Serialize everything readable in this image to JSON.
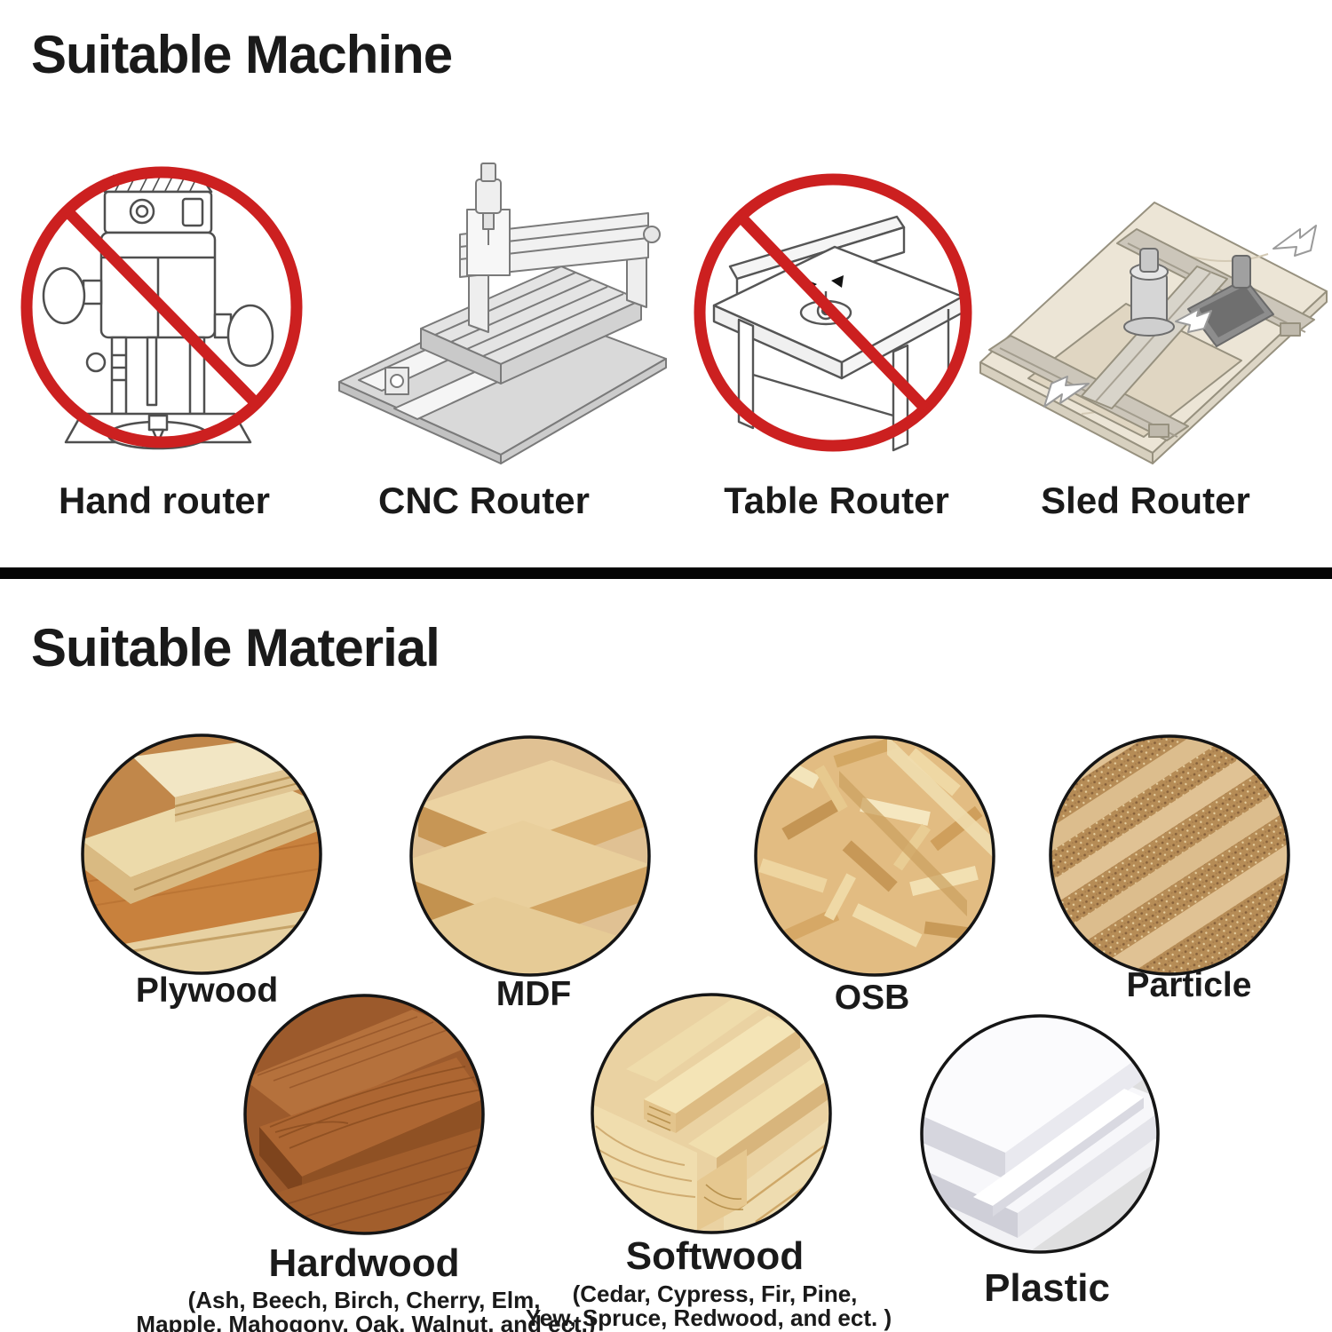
{
  "machine_section": {
    "title": "Suitable Machine",
    "machines": [
      {
        "label": "Hand router",
        "prohibited": true,
        "icon": "hand-router-illustration"
      },
      {
        "label": "CNC Router",
        "prohibited": false,
        "icon": "cnc-router-illustration"
      },
      {
        "label": "Table Router",
        "prohibited": true,
        "icon": "table-router-illustration"
      },
      {
        "label": "Sled Router",
        "prohibited": false,
        "icon": "sled-router-illustration"
      }
    ]
  },
  "material_section": {
    "title": "Suitable Material",
    "materials": [
      {
        "label": "Plywood"
      },
      {
        "label": "MDF"
      },
      {
        "label": "OSB"
      },
      {
        "label": "Particle"
      },
      {
        "label": "Hardwood",
        "sub1": "(Ash, Beech, Birch, Cherry, Elm,",
        "sub2": "Mapple, Mahogony, Oak, Walnut, and ect.)"
      },
      {
        "label": "Softwood",
        "sub1": "(Cedar, Cypress, Fir, Pine,",
        "sub2": "Yew, Spruce, Redwood, and ect. )"
      },
      {
        "label": "Plastic"
      }
    ]
  },
  "colors": {
    "prohibition_red": "#cc2020",
    "divider": "#050505",
    "text": "#1a1a1a",
    "line_art": "#4f4f4f"
  }
}
